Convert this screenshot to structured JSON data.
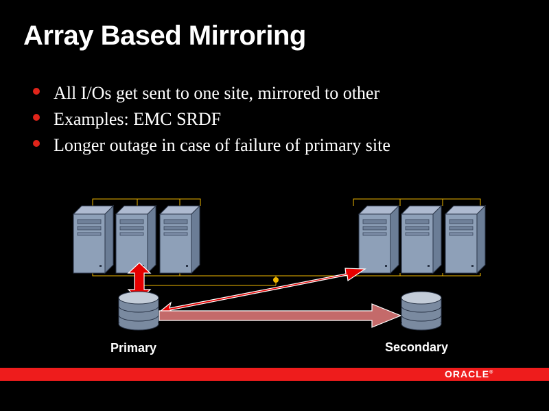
{
  "title": "Array Based Mirroring",
  "bullets": [
    "All I/Os get sent to one site, mirrored to other",
    "Examples: EMC SRDF",
    "Longer outage in case of failure of primary site"
  ],
  "diagram": {
    "primary_label": "Primary",
    "secondary_label": "Secondary"
  },
  "footer": {
    "logo_text": "ORACLE",
    "logo_mark": "®"
  },
  "colors": {
    "background": "#000000",
    "accent_red": "#ee1c1c",
    "bullet_red": "#e0241a",
    "wire_yellow": "#f0b800",
    "server_face": "#8ea0b8",
    "server_side": "#6b7d96",
    "disk_body": "#7a8aa0"
  }
}
